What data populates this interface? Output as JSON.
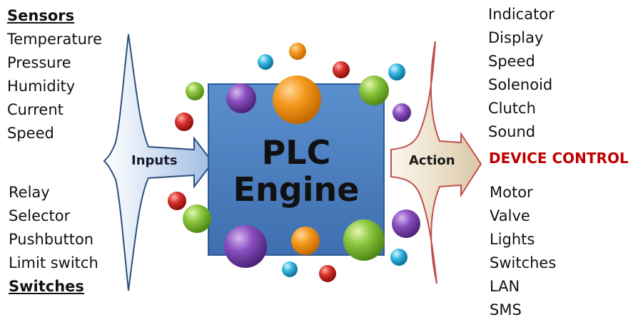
{
  "sensors": {
    "heading": "Sensors",
    "items": [
      "Temperature",
      "Pressure",
      "Humidity",
      "Current",
      "Speed"
    ]
  },
  "switches": {
    "items": [
      "Relay",
      "Selector",
      "Pushbutton",
      "Limit switch"
    ],
    "heading": "Switches"
  },
  "engine": {
    "line1": "PLC",
    "line2": "Engine"
  },
  "arrows": {
    "inputs": "Inputs",
    "action": "Action"
  },
  "outputs_top": [
    "Indicator",
    "Display",
    "Speed",
    "Solenoid",
    "Clutch",
    "Sound"
  ],
  "device_control": "DEVICE CONTROL",
  "outputs_bottom": [
    "Motor",
    "Valve",
    "Lights",
    "Switches",
    "LAN",
    "SMS"
  ],
  "colors": {
    "engine_blue": "#4f81bd",
    "device_control_red": "#c00000",
    "inputs_arrow": "#dce8f7",
    "action_arrow": "#f3ead8",
    "action_arrow_outline": "#c0504d"
  }
}
